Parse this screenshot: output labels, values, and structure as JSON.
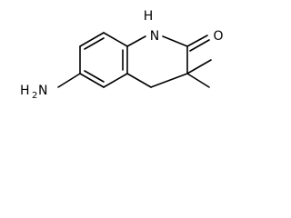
{
  "atoms": {
    "nh": "H",
    "n": "N",
    "o": "O",
    "amine_h": "H",
    "amine_sub": "2",
    "amine_n": "N"
  },
  "colors": {
    "bond": "#000000",
    "text": "#000000",
    "background": "#ffffff"
  }
}
